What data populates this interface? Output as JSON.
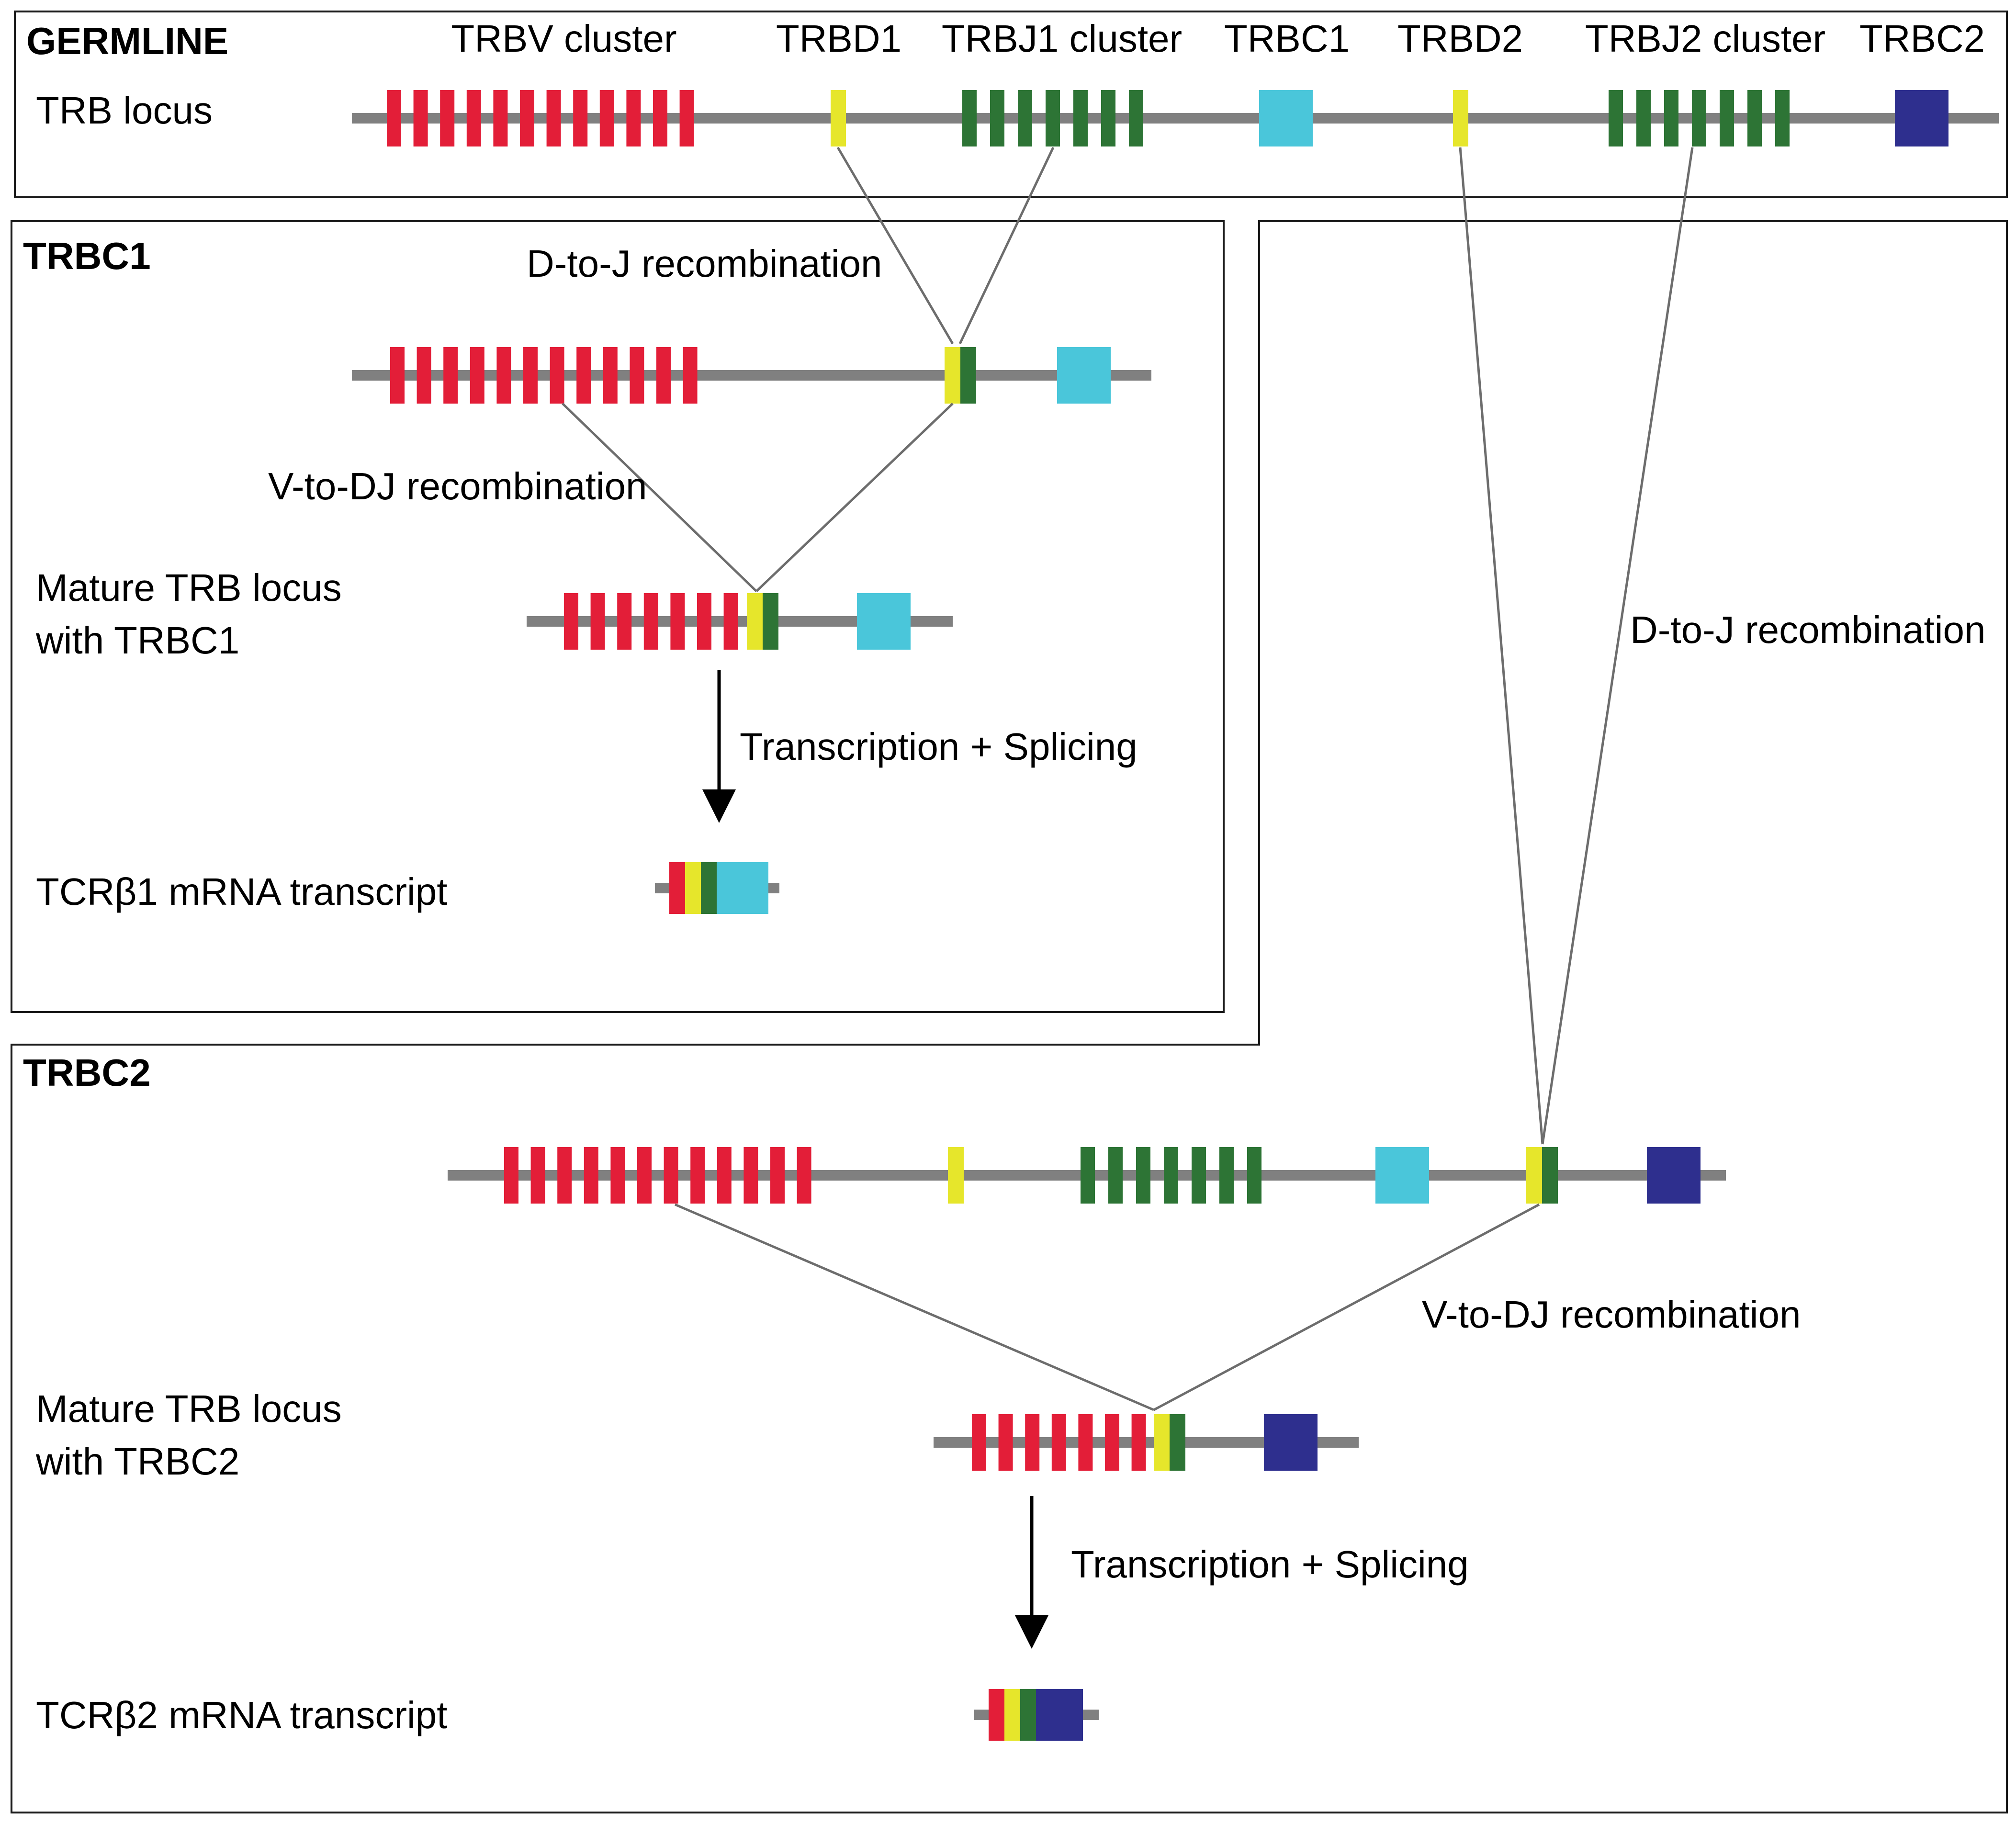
{
  "colors": {
    "v_segment": "#e31e38",
    "d_segment": "#e6e62b",
    "j_segment": "#2d7435",
    "c1_segment": "#4ac6da",
    "c2_segment": "#2e2f8e",
    "backbone": "#808080",
    "connector": "#6d6d6d"
  },
  "germline": {
    "title": "GERMLINE",
    "row_label": "TRB locus",
    "cluster_labels": {
      "trbv": "TRBV cluster",
      "trbd1": "TRBD1",
      "trbj1": "TRBJ1 cluster",
      "trbc1": "TRBC1",
      "trbd2": "TRBD2",
      "trbj2": "TRBJ2 cluster",
      "trbc2": "TRBC2"
    }
  },
  "trbc1_panel": {
    "title": "TRBC1",
    "d_to_j_label": "D-to-J recombination",
    "v_to_dj_label": "V-to-DJ recombination",
    "mature_label_line1": "Mature TRB locus",
    "mature_label_line2": "with TRBC1",
    "transcription_label": "Transcription + Splicing",
    "transcript_label": "TCRβ1 mRNA transcript"
  },
  "trbc2_panel": {
    "title": "TRBC2",
    "d_to_j_label": "D-to-J recombination",
    "v_to_dj_label": "V-to-DJ recombination",
    "mature_label_line1": "Mature TRB locus",
    "mature_label_line2": "with TRBC2",
    "transcription_label": "Transcription + Splicing",
    "transcript_label": "TCRβ2 mRNA transcript"
  }
}
